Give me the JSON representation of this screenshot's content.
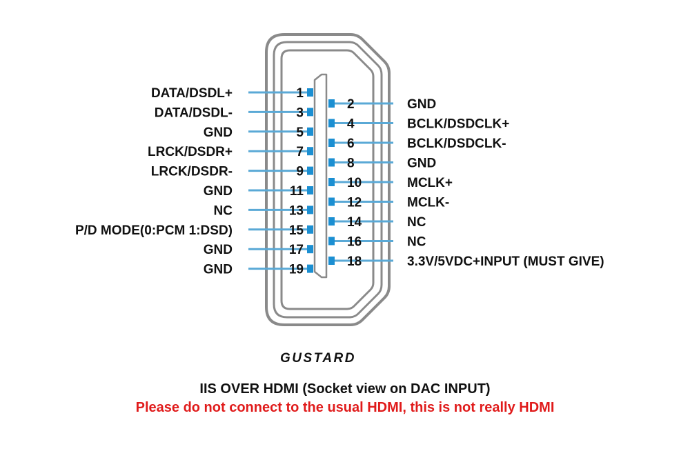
{
  "logo_text": "GUSTARD",
  "caption": {
    "title": "IIS OVER HDMI  (Socket view on DAC INPUT)",
    "warning": "Please do not connect to the usual HDMI, this is not really HDMI"
  },
  "colors": {
    "line": "#5aa9d6",
    "pin": "#1b8fd2",
    "outline": "#8a8a8a",
    "text": "#111111",
    "warning": "#e01b1b"
  },
  "left_pins": [
    {
      "num": "1",
      "label": "DATA/DSDL+"
    },
    {
      "num": "3",
      "label": "DATA/DSDL-"
    },
    {
      "num": "5",
      "label": "GND"
    },
    {
      "num": "7",
      "label": "LRCK/DSDR+"
    },
    {
      "num": "9",
      "label": "LRCK/DSDR-"
    },
    {
      "num": "11",
      "label": "GND"
    },
    {
      "num": "13",
      "label": "NC"
    },
    {
      "num": "15",
      "label": "P/D MODE(0:PCM 1:DSD)"
    },
    {
      "num": "17",
      "label": "GND"
    },
    {
      "num": "19",
      "label": "GND"
    }
  ],
  "right_pins": [
    {
      "num": "2",
      "label": "GND"
    },
    {
      "num": "4",
      "label": "BCLK/DSDCLK+"
    },
    {
      "num": "6",
      "label": "BCLK/DSDCLK-"
    },
    {
      "num": "8",
      "label": "GND"
    },
    {
      "num": "10",
      "label": "MCLK+"
    },
    {
      "num": "12",
      "label": "MCLK-"
    },
    {
      "num": "14",
      "label": "NC"
    },
    {
      "num": "16",
      "label": "NC"
    },
    {
      "num": "18",
      "label": "3.3V/5VDC+INPUT (MUST GIVE)"
    }
  ]
}
